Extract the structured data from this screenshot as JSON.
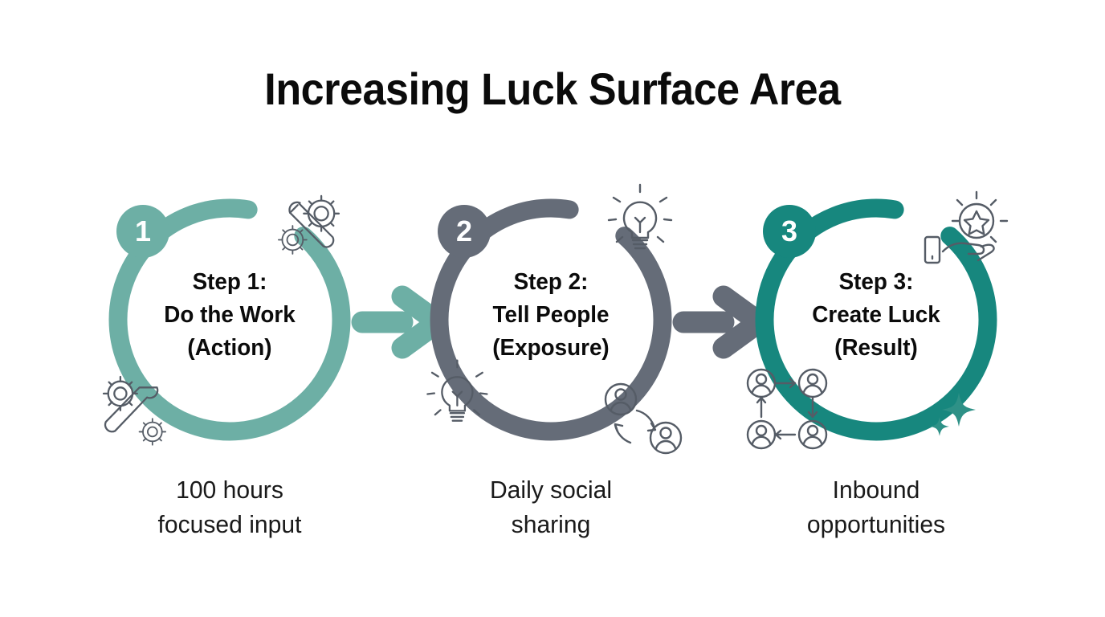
{
  "page": {
    "title": "Increasing Luck Surface Area",
    "background": "#ffffff"
  },
  "colors": {
    "step1": "#6DAFA5",
    "step2": "#656C78",
    "step3": "#17877E",
    "arrow1": "#6DAFA5",
    "arrow2": "#656C78",
    "icon_outline": "#555C66",
    "sparkle": "#2E9187",
    "text": "#0b0b0b",
    "badge_text": "#ffffff"
  },
  "steps": [
    {
      "number": "1",
      "color": "#6DAFA5",
      "label_lines": [
        "Step 1:",
        "Do the Work",
        "(Action)"
      ],
      "caption_lines": [
        "100 hours",
        "focused input"
      ],
      "icons": [
        "gears-wrench-icon",
        "gears-wrench-icon"
      ]
    },
    {
      "number": "2",
      "color": "#656C78",
      "label_lines": [
        "Step 2:",
        "Tell People",
        "(Exposure)"
      ],
      "caption_lines": [
        "Daily social",
        "sharing"
      ],
      "icons": [
        "lightbulb-icon",
        "lightbulb-icon",
        "people-share-icon"
      ]
    },
    {
      "number": "3",
      "color": "#17877E",
      "label_lines": [
        "Step 3:",
        "Create Luck",
        "(Result)"
      ],
      "caption_lines": [
        "Inbound",
        "opportunities"
      ],
      "icons": [
        "hand-star-icon",
        "people-network-icon",
        "sparkles-icon"
      ]
    }
  ],
  "arrows": [
    {
      "name": "arrow-step1-to-step2",
      "color": "#6DAFA5",
      "direction": "right"
    },
    {
      "name": "arrow-step2-to-step3",
      "color": "#656C78",
      "direction": "right"
    }
  ]
}
